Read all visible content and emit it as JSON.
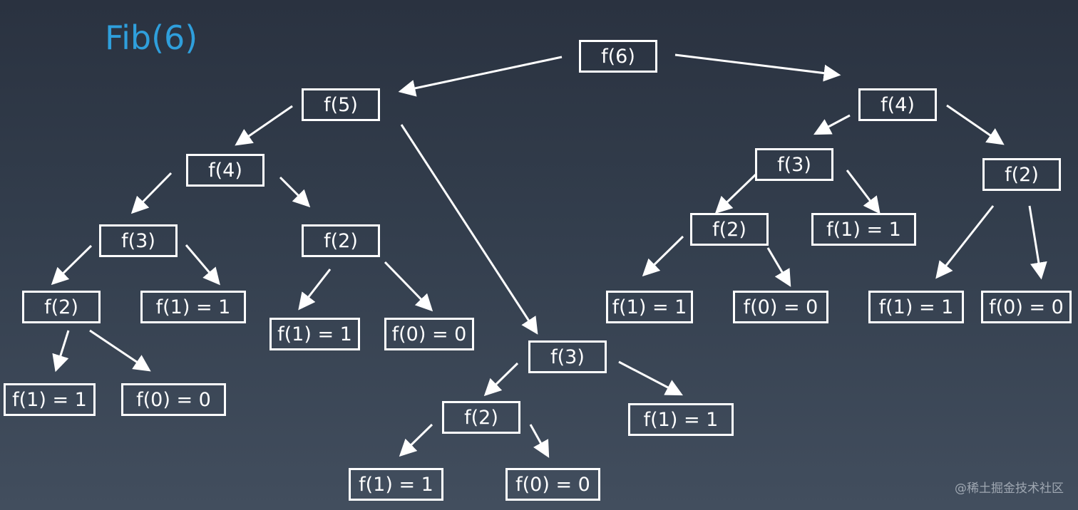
{
  "title": "Fib(6)",
  "watermark": "@稀土掘金技术社区",
  "colors": {
    "title": "#2f9fdc",
    "box": "#ffffff",
    "arrow": "#ffffff"
  },
  "nodes": {
    "n_f6": "f(6)",
    "n_f5": "f(5)",
    "n_f4r": "f(4)",
    "n_f4l": "f(4)",
    "n_f3a": "f(3)",
    "n_f2a": "f(2)",
    "n_f2b": "f(2)",
    "n_f1a": "f(1) = 1",
    "n_f1b": "f(1) = 1",
    "n_f0a": "f(0) = 0",
    "n_f1c": "f(1) = 1",
    "n_f0b": "f(0) = 0",
    "n_f3b": "f(3)",
    "n_f2c": "f(2)",
    "n_f1d": "f(1) = 1",
    "n_f1e": "f(1) = 1",
    "n_f0c": "f(0) = 0",
    "n_f3c": "f(3)",
    "n_f2d": "f(2)",
    "n_f2e": "f(2)",
    "n_f1f": "f(1) = 1",
    "n_f1g": "f(1) = 1",
    "n_f0d": "f(0) = 0",
    "n_f1h": "f(1) = 1",
    "n_f0e": "f(0) = 0"
  }
}
